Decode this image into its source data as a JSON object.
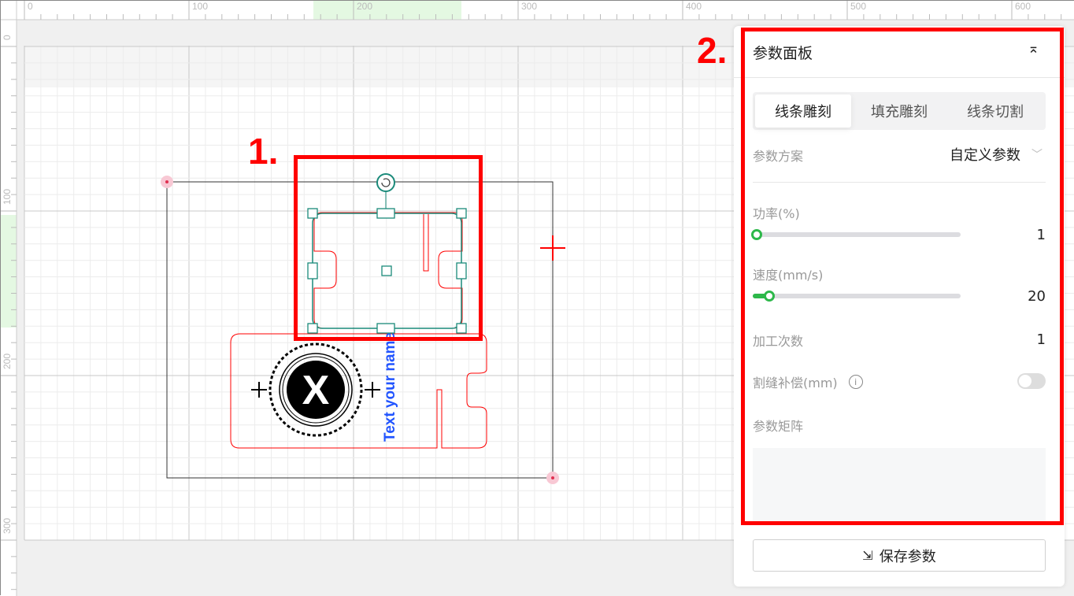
{
  "ruler": {
    "top_labels": [
      "0",
      "100",
      "200",
      "300",
      "400",
      "500",
      "600"
    ],
    "left_labels": [
      "0",
      "100",
      "200",
      "300"
    ]
  },
  "canvas": {
    "engrave_text": "Text your name",
    "logo_letter": "X"
  },
  "annotations": {
    "one": "1.",
    "two": "2."
  },
  "panel": {
    "title": "参数面板",
    "collapse_icon": "double-chevron-up-icon",
    "tabs": [
      {
        "label": "线条雕刻",
        "active": true
      },
      {
        "label": "填充雕刻",
        "active": false
      },
      {
        "label": "线条切割",
        "active": false
      }
    ],
    "preset": {
      "label": "参数方案",
      "value": "自定义参数"
    },
    "power": {
      "label": "功率(%)",
      "value": "1",
      "fraction": 0.0
    },
    "speed": {
      "label": "速度(mm/s)",
      "value": "20",
      "fraction": 0.07
    },
    "passes": {
      "label": "加工次数",
      "value": "1"
    },
    "kerf": {
      "label": "割缝补偿(mm)",
      "enabled": false
    },
    "matrix": {
      "label": "参数矩阵"
    },
    "save_label": "保存参数"
  },
  "colors": {
    "accent": "#2db84a",
    "annotation": "#ff0000",
    "selection": "#1a8a7a",
    "cut": "#ff0000",
    "text": "#2255ff"
  }
}
